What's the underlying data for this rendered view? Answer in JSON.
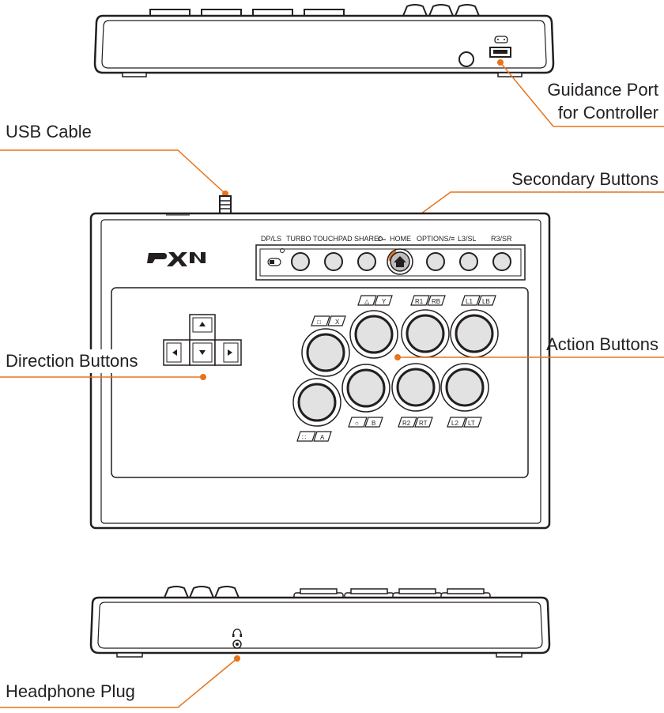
{
  "callouts": {
    "guidance_port_line1": "Guidance Port",
    "guidance_port_line2": "for Controller",
    "usb_cable": "USB Cable",
    "secondary_buttons": "Secondary Buttons",
    "action_buttons": "Action Buttons",
    "direction_buttons": "Direction Buttons",
    "headphone_plug": "Headphone Plug"
  },
  "brand": {
    "logo": "PXN"
  },
  "secondary_labels": [
    "DP/LS",
    "TURBO",
    "TOUCHPAD",
    "SHARE/",
    "HOME",
    "OPTIONS/≡",
    "L3/SL",
    "R3/SR"
  ],
  "action_labels": {
    "triangle_y": {
      "a": "△",
      "b": "Y"
    },
    "r1_rb": {
      "a": "R1",
      "b": "RB"
    },
    "l1_lb": {
      "a": "L1",
      "b": "LB"
    },
    "square_x": {
      "a": "□",
      "b": "X"
    },
    "circle_b": {
      "a": "○",
      "b": "B"
    },
    "r2_rt": {
      "a": "R2",
      "b": "RT"
    },
    "l2_lt": {
      "a": "L2",
      "b": "LT"
    },
    "cross_a": {
      "a": "∷",
      "b": "A"
    }
  },
  "colors": {
    "accent": "#e8731a",
    "outline": "#231f20",
    "button_fill": "#e2e2e2"
  }
}
